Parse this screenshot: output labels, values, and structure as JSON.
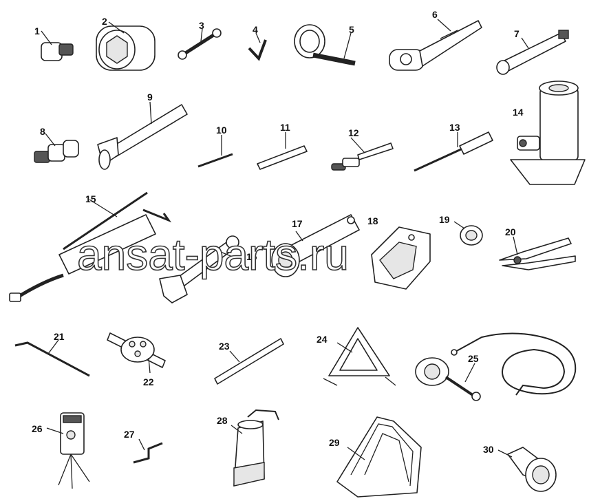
{
  "watermark": "ansat-parts.ru",
  "callouts": {
    "n1": "1",
    "n2": "2",
    "n3": "3",
    "n4": "4",
    "n5": "5",
    "n6": "6",
    "n7": "7",
    "n8": "8",
    "n9": "9",
    "n10": "10",
    "n11": "11",
    "n12": "12",
    "n13": "13",
    "n14": "14",
    "n15": "15",
    "n16": "16",
    "n17": "17",
    "n18": "18",
    "n19": "19",
    "n20": "20",
    "n21": "21",
    "n22": "22",
    "n23": "23",
    "n24": "24",
    "n25": "25",
    "n26": "26",
    "n27": "27",
    "n28": "28",
    "n29": "29",
    "n30": "30"
  }
}
